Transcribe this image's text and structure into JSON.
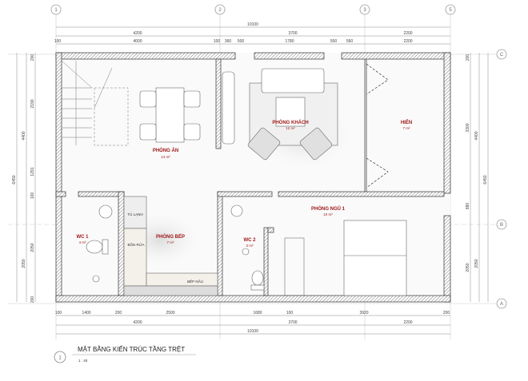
{
  "grid_labels": {
    "cols": [
      "1",
      "2",
      "3",
      "5"
    ],
    "rows": [
      "C",
      "B",
      "A"
    ]
  },
  "dims": {
    "top_overall": "10100",
    "top_grid": [
      "4200",
      "3700",
      "2200"
    ],
    "top_detail": [
      "100",
      "4000",
      "100",
      "360",
      "500",
      "1780",
      "500",
      "560",
      "2200"
    ],
    "bottom_detail": [
      "100",
      "1400",
      "200",
      "2500",
      "1680",
      "100",
      "3920",
      "200"
    ],
    "bottom_grid": [
      "4200",
      "3700",
      "2200"
    ],
    "bottom_overall": "10100",
    "left_detail": [
      "200",
      "2190",
      "1291",
      "100",
      "2050",
      "200"
    ],
    "left_grid": [
      "4400",
      "2050"
    ],
    "left_overall": "6450",
    "right_detail": [
      "200",
      "3300",
      "880",
      "2050"
    ],
    "right_grid": [
      "4400",
      "2050"
    ],
    "right_overall": "6450"
  },
  "rooms": {
    "dining": {
      "name": "PHÒNG ĂN",
      "area": "14 m²"
    },
    "living": {
      "name": "PHÒNG KHÁCH",
      "area": "12 m²"
    },
    "porch": {
      "name": "HIÊN",
      "area": "7 m²"
    },
    "wc1": {
      "name": "WC 1",
      "area": "4 m²"
    },
    "kitchen": {
      "name": "PHÒNG BẾP",
      "area": "7 m²"
    },
    "wc2": {
      "name": "WC 2",
      "area": "3 m²"
    },
    "bedroom": {
      "name": "PHÒNG NGỦ 1",
      "area": "10 m²"
    }
  },
  "fixtures": {
    "fridge": "TỦ LẠNH",
    "sink": "BỒN RỬA",
    "stove": "BẾP NẤU"
  },
  "title": {
    "number": "1",
    "text": "MẶT BẰNG KIẾN TRÚC TẦNG TRỆT",
    "scale": "1 : 40"
  },
  "colors": {
    "room_label": "#a01818",
    "wall": "#333333"
  }
}
